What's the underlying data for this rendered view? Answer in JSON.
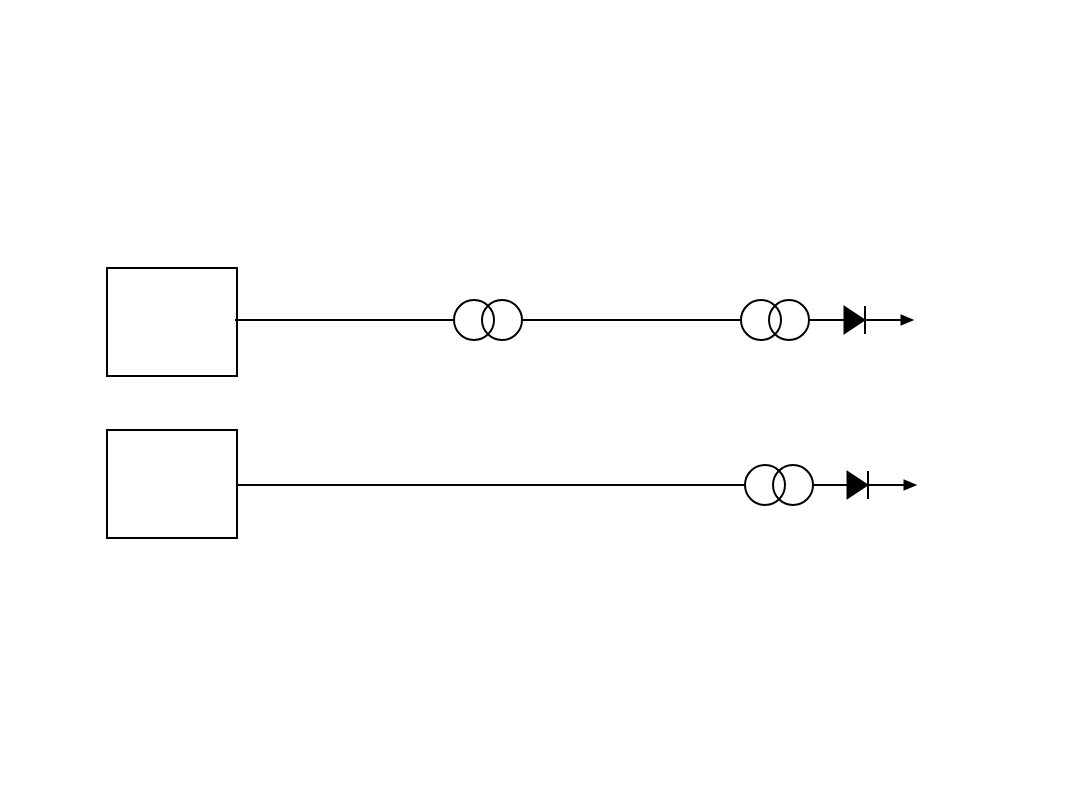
{
  "diagram": {
    "type": "single-line power diagram",
    "colors": {
      "background": "#ffffff",
      "line": "#000000"
    },
    "lines": [
      {
        "source": "generator-box",
        "components": [
          "transformer-icon",
          "transformer-icon",
          "diode-icon",
          "arrow-icon"
        ]
      },
      {
        "source": "generator-box",
        "components": [
          "transformer-icon",
          "diode-icon",
          "arrow-icon"
        ]
      }
    ]
  }
}
